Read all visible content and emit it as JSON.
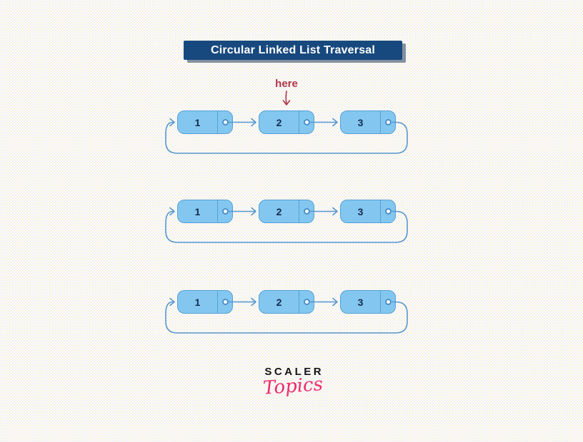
{
  "title": {
    "label": "Circular Linked List Traversal"
  },
  "pointer": {
    "label": "here"
  },
  "diagram": {
    "rows": [
      {
        "name": "traversal-step-1",
        "nodes": [
          "1",
          "2",
          "3"
        ]
      },
      {
        "name": "traversal-step-2",
        "nodes": [
          "1",
          "2",
          "3"
        ]
      },
      {
        "name": "traversal-step-3",
        "nodes": [
          "1",
          "2",
          "3"
        ]
      }
    ]
  },
  "logo": {
    "brand": "SCALER",
    "sub": "Topics"
  },
  "colors": {
    "banner_bg": "#17497f",
    "banner_text": "#ffffff",
    "node_fill": "#83c7f0",
    "node_border": "#55a0d5",
    "link_line": "#5697cd",
    "node_text": "#16294d",
    "pointer_label": "#b13648",
    "logo_brand": "#151515",
    "logo_sub": "#ee2c6e"
  }
}
